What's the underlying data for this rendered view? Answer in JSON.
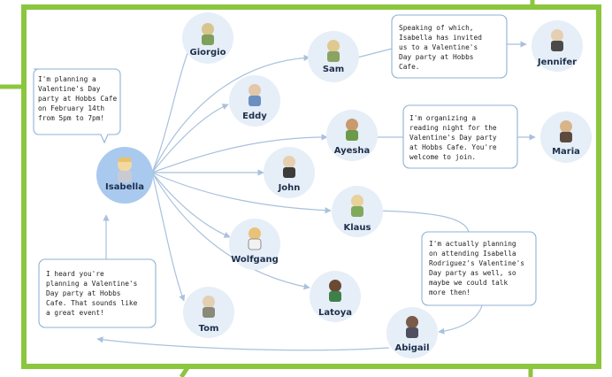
{
  "colors": {
    "frame": "#8cc63f",
    "edge": "#a9c1dc",
    "node_fill": "#e6eef8",
    "node_highlight": "#a9c9ef",
    "bubble_border": "#8fb2d6",
    "label": "#1d2f4a"
  },
  "agents": {
    "isabella": "Isabella",
    "giorgio": "Giorgio",
    "sam": "Sam",
    "jennifer": "Jennifer",
    "eddy": "Eddy",
    "ayesha": "Ayesha",
    "maria": "Maria",
    "john": "John",
    "klaus": "Klaus",
    "wolfgang": "Wolfgang",
    "latoya": "Latoya",
    "tom": "Tom",
    "abigail": "Abigail"
  },
  "bubbles": {
    "isabella_plan": [
      "I'm planning a",
      "Valentine's Day",
      "party at Hobbs Cafe",
      "on February 14th",
      "from 5pm to 7pm!"
    ],
    "sam_invite": [
      "Speaking of which,",
      "Isabella has invited",
      "us to a Valentine's",
      "Day party at Hobbs",
      "Cafe."
    ],
    "ayesha_reading": [
      "I'm organizing a",
      "reading night for the",
      "Valentine's Day party",
      "at Hobbs Cafe. You're",
      "welcome to join."
    ],
    "abigail_attending": [
      "I'm actually planning",
      "on attending Isabella",
      "Rodriguez's Valentine's",
      "Day party as well, so",
      "maybe we could talk",
      "more then!"
    ],
    "tom_heard": [
      "I heard you're",
      "planning a Valentine's",
      "Day party at Hobbs",
      "Cafe. That sounds like",
      "a great event!"
    ]
  }
}
